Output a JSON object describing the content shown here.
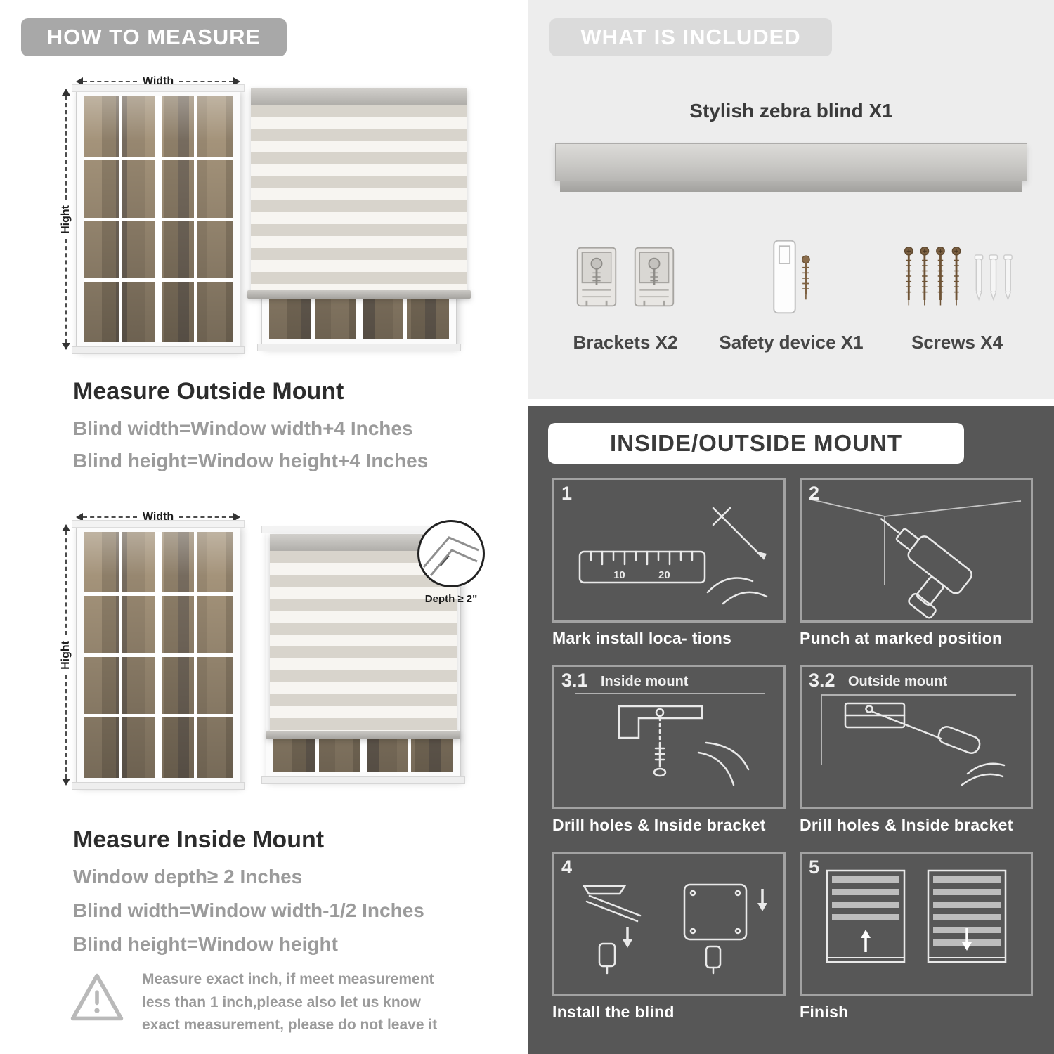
{
  "left": {
    "header": "HOW TO MEASURE",
    "labels": {
      "width": "Width",
      "height": "Hight"
    },
    "outside": {
      "title": "Measure Outside Mount",
      "lines": [
        "Blind width=Window width+4 Inches",
        "Blind height=Window height+4 Inches"
      ]
    },
    "inside": {
      "title": "Measure Inside Mount",
      "depth_callout": "Depth ≥ 2\"",
      "lines": [
        "Window depth≥ 2 Inches",
        "Blind width=Window width-1/2 Inches",
        "Blind height=Window height"
      ]
    },
    "warning": "Measure exact inch, if meet measurement less than 1 inch,please also let us know exact measurement, please do not leave it"
  },
  "included": {
    "header": "WHAT IS INCLUDED",
    "blind_label": "Stylish zebra blind X1",
    "items": [
      {
        "label": "Brackets X2"
      },
      {
        "label": "Safety device X1"
      },
      {
        "label": "Screws X4"
      }
    ]
  },
  "mount": {
    "header": "INSIDE/OUTSIDE MOUNT",
    "steps": [
      {
        "num": "1",
        "sub": "",
        "caption": "Mark install loca- tions"
      },
      {
        "num": "2",
        "sub": "",
        "caption": "Punch at  marked position"
      },
      {
        "num": "3.1",
        "sub": "Inside mount",
        "caption": "Drill holes &  Inside bracket"
      },
      {
        "num": "3.2",
        "sub": "Outside mount",
        "caption": "Drill holes &  Inside bracket"
      },
      {
        "num": "4",
        "sub": "",
        "caption": "Install the blind"
      },
      {
        "num": "5",
        "sub": "",
        "caption": "Finish"
      }
    ]
  }
}
